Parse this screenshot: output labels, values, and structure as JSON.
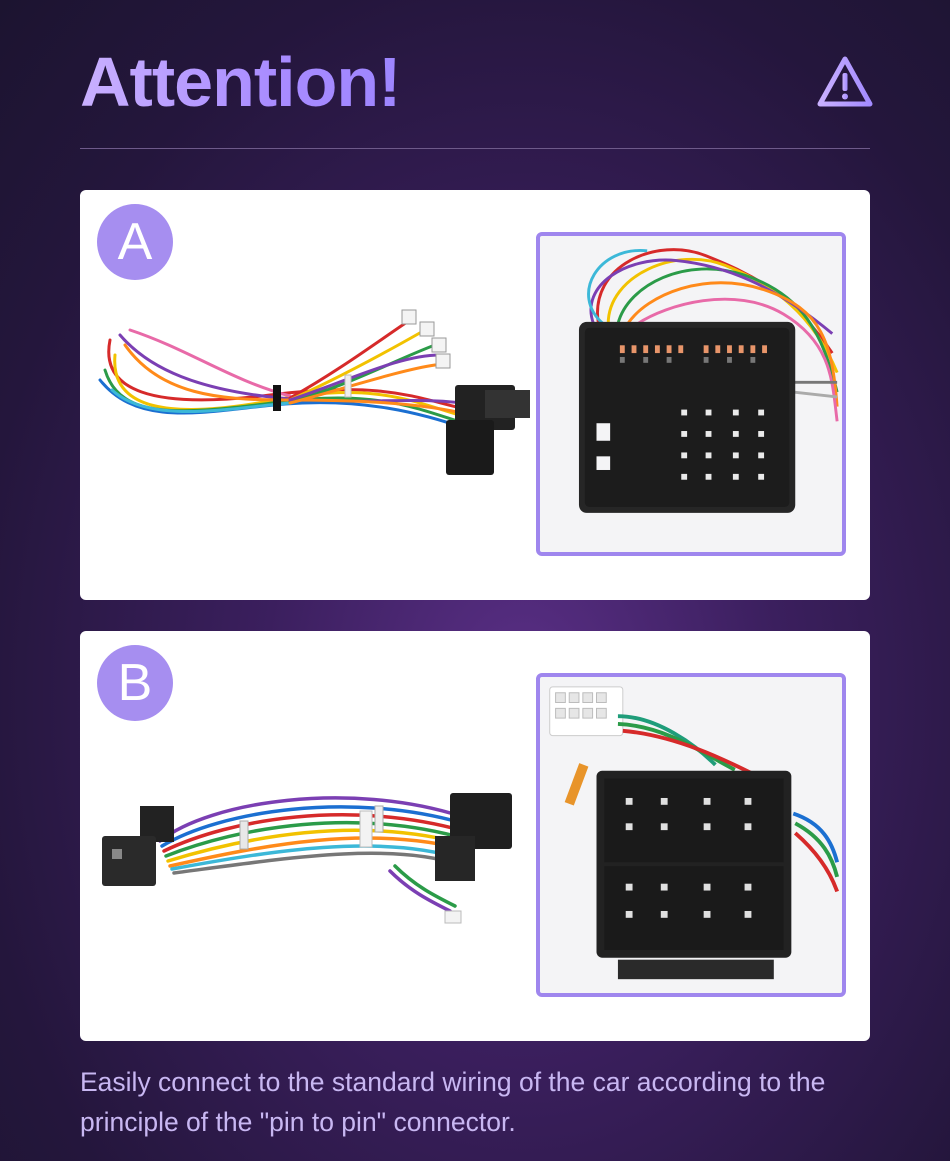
{
  "header": {
    "title": "Attention!",
    "warning_icon": "warning-triangle-icon"
  },
  "colors": {
    "accent": "#a68ef0",
    "title_gradient_start": "#c9b0ff",
    "caption_text": "#c8b7f2",
    "background": "#2a1a45"
  },
  "panels": [
    {
      "badge": "A"
    },
    {
      "badge": "B"
    }
  ],
  "caption": {
    "text": "Easily connect to the standard wiring of the car according to the principle of the \"pin to pin\" connector."
  }
}
